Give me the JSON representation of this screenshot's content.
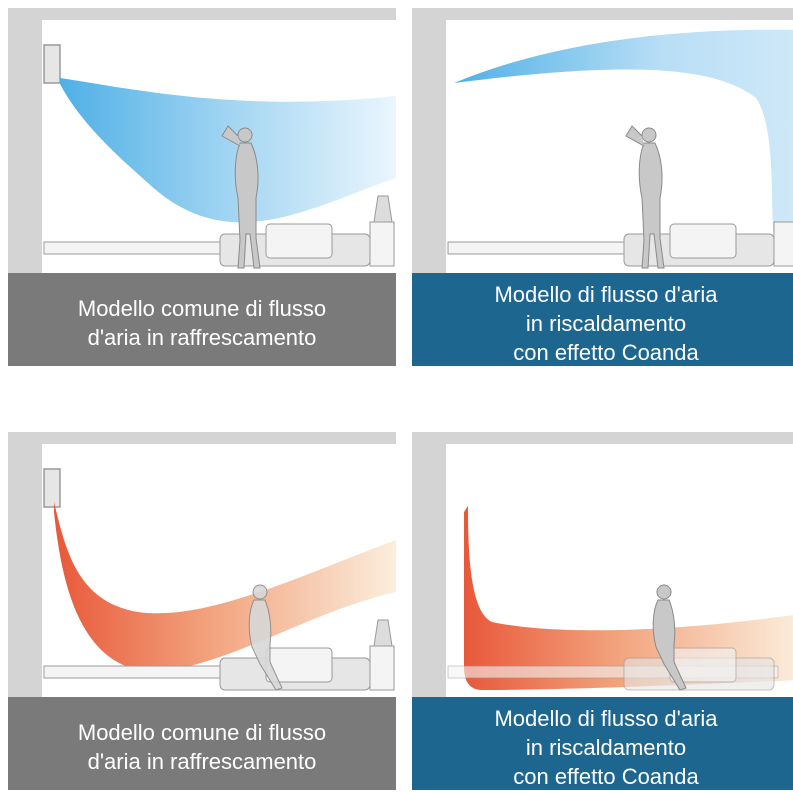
{
  "colors": {
    "wall": "#d4d4d4",
    "grey_caption": "#7a7a7a",
    "blue_caption": "#1c6690",
    "cool_flow": "#6fbde8",
    "warm_flow": "#e8583a"
  },
  "panels": [
    {
      "caption": [
        "Modello comune di flusso",
        "d'aria in raffrescamento"
      ],
      "flow": "cooling",
      "caption_color": "grey"
    },
    {
      "caption": [
        "Modello di flusso d'aria",
        "in riscaldamento",
        "con effetto Coanda"
      ],
      "flow": "cooling-coanda",
      "caption_color": "blue"
    },
    {
      "caption": [
        "Modello comune di flusso",
        "d'aria in raffrescamento"
      ],
      "flow": "heating",
      "caption_color": "grey"
    },
    {
      "caption": [
        "Modello di flusso d'aria",
        "in riscaldamento",
        "con effetto Coanda"
      ],
      "flow": "heating-coanda",
      "caption_color": "blue"
    }
  ]
}
